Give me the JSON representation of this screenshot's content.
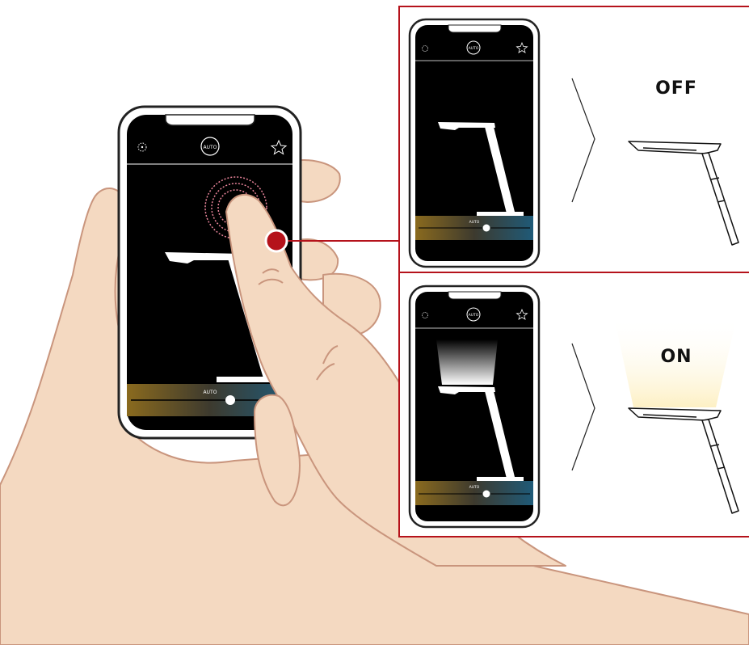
{
  "main_phone": {
    "mode_button": "AUTO",
    "slider_label": "AUTO"
  },
  "panel_off": {
    "mode_button": "AUTO",
    "slider_label": "AUTO",
    "state_label": "OFF"
  },
  "panel_on": {
    "mode_button": "AUTO",
    "slider_label": "AUTO",
    "state_label": "ON"
  },
  "colors": {
    "accent": "#b5121b",
    "skin": "#f4d9c1",
    "skin_outline": "#c9957d",
    "slider_warm": "#8a6a1e",
    "slider_cool": "#1f5a78",
    "light_glow": "#fdf0c4"
  },
  "icons": {
    "settings": "brightness-icon",
    "favorite": "star-icon"
  }
}
